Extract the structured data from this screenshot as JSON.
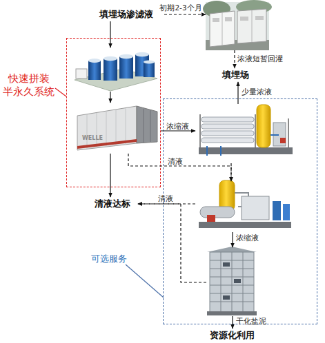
{
  "diagram": {
    "nodes": [
      {
        "text": [
          "填埋场渗滤液"
        ]
      },
      {
        "text": []
      },
      {
        "text": [
          "填埋场"
        ]
      },
      {
        "text": [
          "快速拼装 半永久系统"
        ]
      },
      {
        "text": [],
        "in": 3
      },
      {
        "text": [
          "WELLE"
        ],
        "in": 3
      },
      {
        "text": [
          "清液达标"
        ]
      },
      {
        "text": [
          "可选服务"
        ]
      },
      {
        "text": [],
        "in": 7
      },
      {
        "text": [],
        "in": 7
      },
      {
        "text": [],
        "in": 7
      },
      {
        "text": [
          "资源化利用"
        ]
      }
    ],
    "edges": [
      {
        "from": 0,
        "to": 1,
        "label": "初期2-3个月",
        "arrow": "to"
      },
      {
        "from": 1,
        "to": 2,
        "label": "浓液短暂回灌",
        "arrow": "to"
      },
      {
        "from": 0,
        "to": 4,
        "arrow": "to"
      },
      {
        "from": 4,
        "to": 5,
        "arrow": "to"
      },
      {
        "from": 5,
        "to": 6,
        "arrow": "to"
      },
      {
        "from": 5,
        "to": 8,
        "label": "浓缩液",
        "arrow": "to"
      },
      {
        "from": 5,
        "to": 9,
        "label": "清液",
        "arrow": "to"
      },
      {
        "from": 8,
        "to": 9,
        "arrow": "to"
      },
      {
        "from": 8,
        "to": 2,
        "label": "少量浓液",
        "arrow": "to"
      },
      {
        "from": 9,
        "to": 6,
        "label": "清液",
        "arrow": "to"
      },
      {
        "from": 9,
        "to": 10,
        "label": "浓缩液",
        "arrow": "to"
      },
      {
        "from": 10,
        "to": 6,
        "arrow": "to"
      },
      {
        "from": 10,
        "to": 11,
        "label": "干化盐泥",
        "arrow": "to"
      }
    ]
  }
}
